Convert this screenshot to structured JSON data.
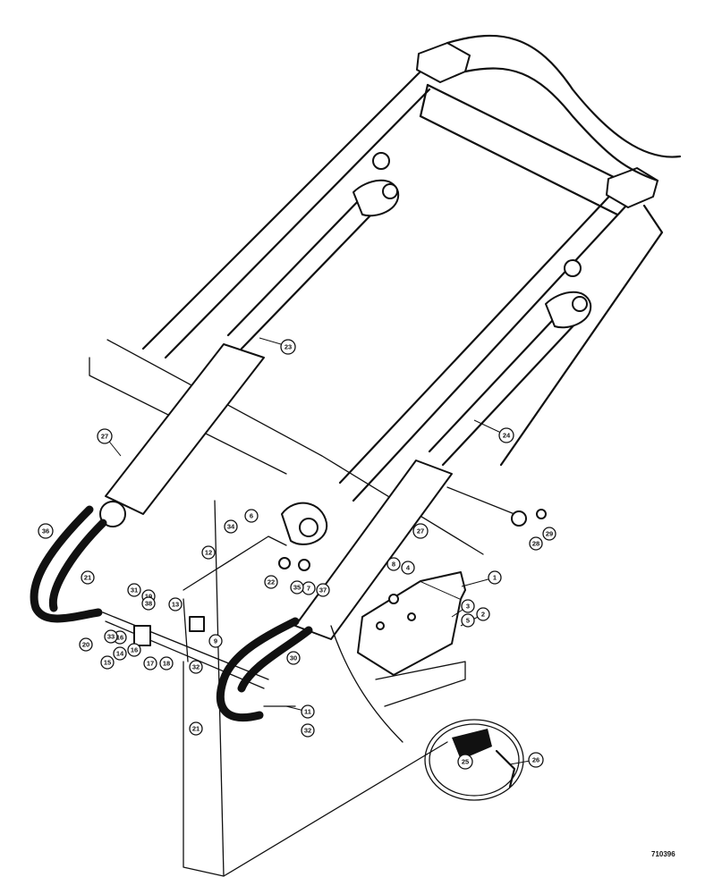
{
  "figure_number": "710396",
  "callouts": [
    {
      "label": "1"
    },
    {
      "label": "2"
    },
    {
      "label": "3"
    },
    {
      "label": "4"
    },
    {
      "label": "5"
    },
    {
      "label": "6"
    },
    {
      "label": "7"
    },
    {
      "label": "8"
    },
    {
      "label": "9"
    },
    {
      "label": "11"
    },
    {
      "label": "12"
    },
    {
      "label": "13"
    },
    {
      "label": "14"
    },
    {
      "label": "15"
    },
    {
      "label": "16"
    },
    {
      "label": "16"
    },
    {
      "label": "17"
    },
    {
      "label": "18"
    },
    {
      "label": "19"
    },
    {
      "label": "20"
    },
    {
      "label": "21"
    },
    {
      "label": "21"
    },
    {
      "label": "22"
    },
    {
      "label": "23"
    },
    {
      "label": "24"
    },
    {
      "label": "25"
    },
    {
      "label": "26"
    },
    {
      "label": "27"
    },
    {
      "label": "27"
    },
    {
      "label": "28"
    },
    {
      "label": "29"
    },
    {
      "label": "30"
    },
    {
      "label": "31"
    },
    {
      "label": "32"
    },
    {
      "label": "32"
    },
    {
      "label": "33"
    },
    {
      "label": "34"
    },
    {
      "label": "35"
    },
    {
      "label": "36"
    },
    {
      "label": "37"
    },
    {
      "label": "38"
    }
  ]
}
